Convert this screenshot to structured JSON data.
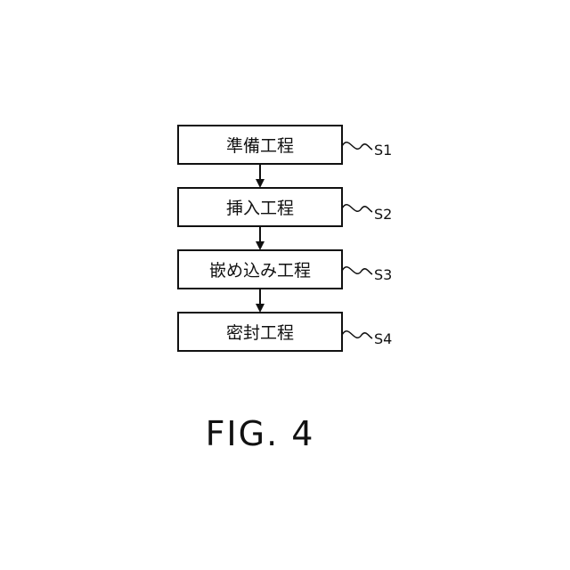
{
  "steps": [
    {
      "label": "準備工程",
      "id": "S1"
    },
    {
      "label": "挿入工程",
      "id": "S2"
    },
    {
      "label": "嵌め込み工程",
      "id": "S3"
    },
    {
      "label": "密封工程",
      "id": "S4"
    }
  ],
  "figure": {
    "label": "FIG. 4"
  }
}
